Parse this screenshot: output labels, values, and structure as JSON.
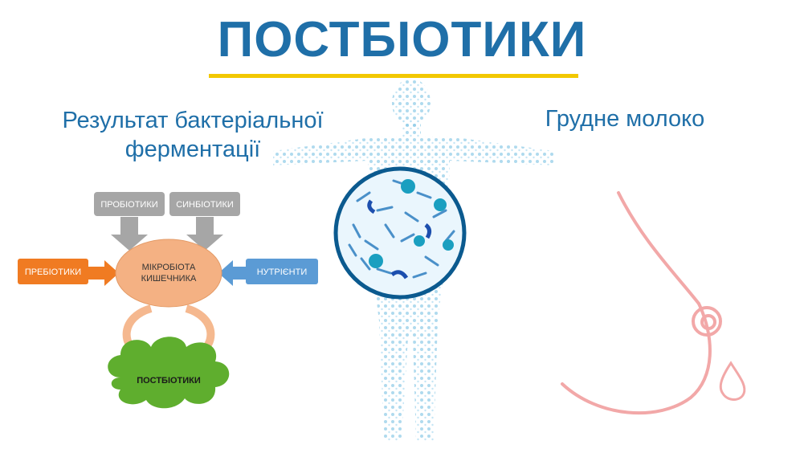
{
  "title": "ПОСТБІОТИКИ",
  "left_heading_line1": "Результат бактеріальної",
  "left_heading_line2": "ферментації",
  "right_heading": "Грудне молоко",
  "diagram": {
    "probiotics": "ПРОБІОТИКИ",
    "synbiotics": "СИНБІОТИКИ",
    "prebiotics": "ПРЕБІОТИКИ",
    "nutrients": "НУТРІЄНТИ",
    "microbiota_line1": "МІКРОБІОТА",
    "microbiota_line2": "КИШЕЧНИКА",
    "postbiotics": "ПОСТБІОТИКИ"
  },
  "colors": {
    "title": "#1f6fa8",
    "underline": "#f2c800",
    "grey_box": "#a6a6a6",
    "orange": "#f07b22",
    "blue_box": "#5b9bd5",
    "microbiota_fill": "#f4b183",
    "cloud": "#5fae2e",
    "breast_line": "#f2a8a8"
  }
}
